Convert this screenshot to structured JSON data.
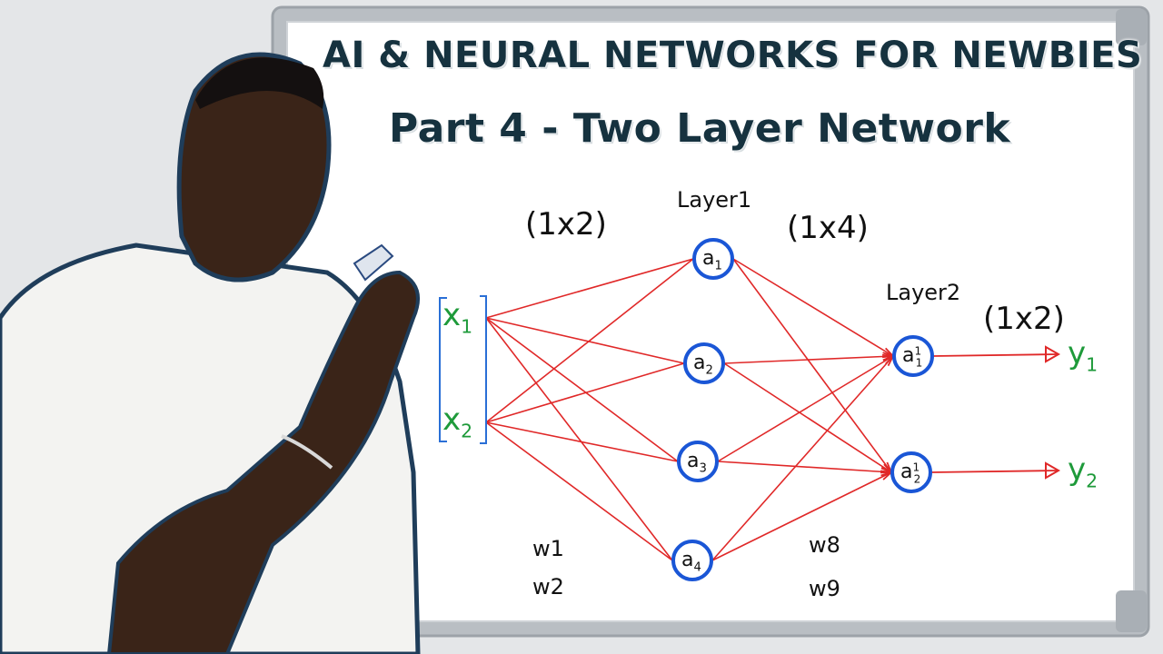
{
  "titles": {
    "main": "AI & NEURAL NETWORKS FOR NEWBIES",
    "sub": "Part 4 - Two Layer Network"
  },
  "diagram": {
    "input_shape": "(1x2)",
    "layer1_label": "Layer1",
    "layer1_shape": "(1x4)",
    "layer2_label": "Layer2",
    "layer2_shape": "(1x2)",
    "inputs": [
      {
        "id": "x1",
        "base": "x",
        "sub": "1"
      },
      {
        "id": "x2",
        "base": "x",
        "sub": "2"
      }
    ],
    "layer1_nodes": [
      {
        "id": "a1",
        "base": "a",
        "sub": "1"
      },
      {
        "id": "a2",
        "base": "a",
        "sub": "2"
      },
      {
        "id": "a3",
        "base": "a",
        "sub": "3"
      },
      {
        "id": "a4",
        "base": "a",
        "sub": "4"
      }
    ],
    "layer2_nodes": [
      {
        "id": "a1_2",
        "base": "a",
        "sup": "1",
        "sub": "1"
      },
      {
        "id": "a2_2",
        "base": "a",
        "sup": "1",
        "sub": "2"
      }
    ],
    "outputs": [
      {
        "id": "y1",
        "base": "y",
        "sub": "1"
      },
      {
        "id": "y2",
        "base": "y",
        "sub": "2"
      }
    ],
    "weight_labels_left": [
      "w1",
      "w2"
    ],
    "weight_labels_right": [
      "w8",
      "w9"
    ],
    "colors": {
      "node_stroke": "#1a56d6",
      "edge": "#e02828",
      "input_text": "#1e9a3a",
      "ink": "#111111",
      "bracket": "#2a6fd6"
    }
  }
}
